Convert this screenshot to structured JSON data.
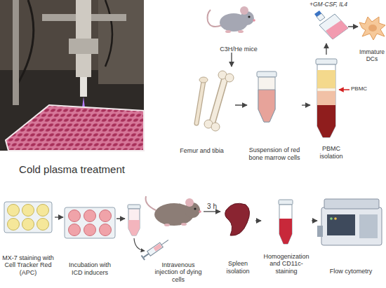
{
  "diagram": {
    "nodes": [
      {
        "text": [
          "Cold plasma treatment"
        ]
      },
      {
        "text": [
          "C3H/He mice"
        ]
      },
      {
        "text": [
          "Femur and tibia"
        ]
      },
      {
        "text": [
          "Suspension of red bone marrow cells"
        ]
      },
      {
        "text": [
          "PBMC isolation"
        ]
      },
      {
        "text": [
          "+GM-CSF, IL4"
        ]
      },
      {
        "text": [
          "Immature DCs"
        ]
      },
      {
        "text": [
          "MX-7 staining with Cell Tracker Red (APC)"
        ]
      },
      {
        "text": [
          "Incubation with ICD inducers"
        ]
      },
      {
        "text": [
          "Intravenous injection of dying cells"
        ]
      },
      {
        "text": [
          "Spleen isolation"
        ]
      },
      {
        "text": [
          "Homogenization and CD11c-staining"
        ]
      },
      {
        "text": [
          "Flow cytometry"
        ]
      }
    ],
    "edges": [
      {
        "from": 1,
        "to": 2,
        "arrow": "to"
      },
      {
        "from": 2,
        "to": 3,
        "arrow": "to"
      },
      {
        "from": 3,
        "to": 4,
        "arrow": "to"
      },
      {
        "from": 4,
        "to": 5,
        "arrow": "to"
      },
      {
        "from": 5,
        "to": 6,
        "arrow": "to"
      },
      {
        "from": 7,
        "to": 8,
        "arrow": "to"
      },
      {
        "from": 8,
        "to": 9,
        "arrow": "to"
      },
      {
        "from": 9,
        "to": 10,
        "label": "3 h",
        "arrow": "to"
      },
      {
        "from": 10,
        "to": 11,
        "arrow": "to"
      },
      {
        "from": 11,
        "to": 12,
        "arrow": "to"
      }
    ],
    "labels": [
      "PBMC"
    ]
  }
}
